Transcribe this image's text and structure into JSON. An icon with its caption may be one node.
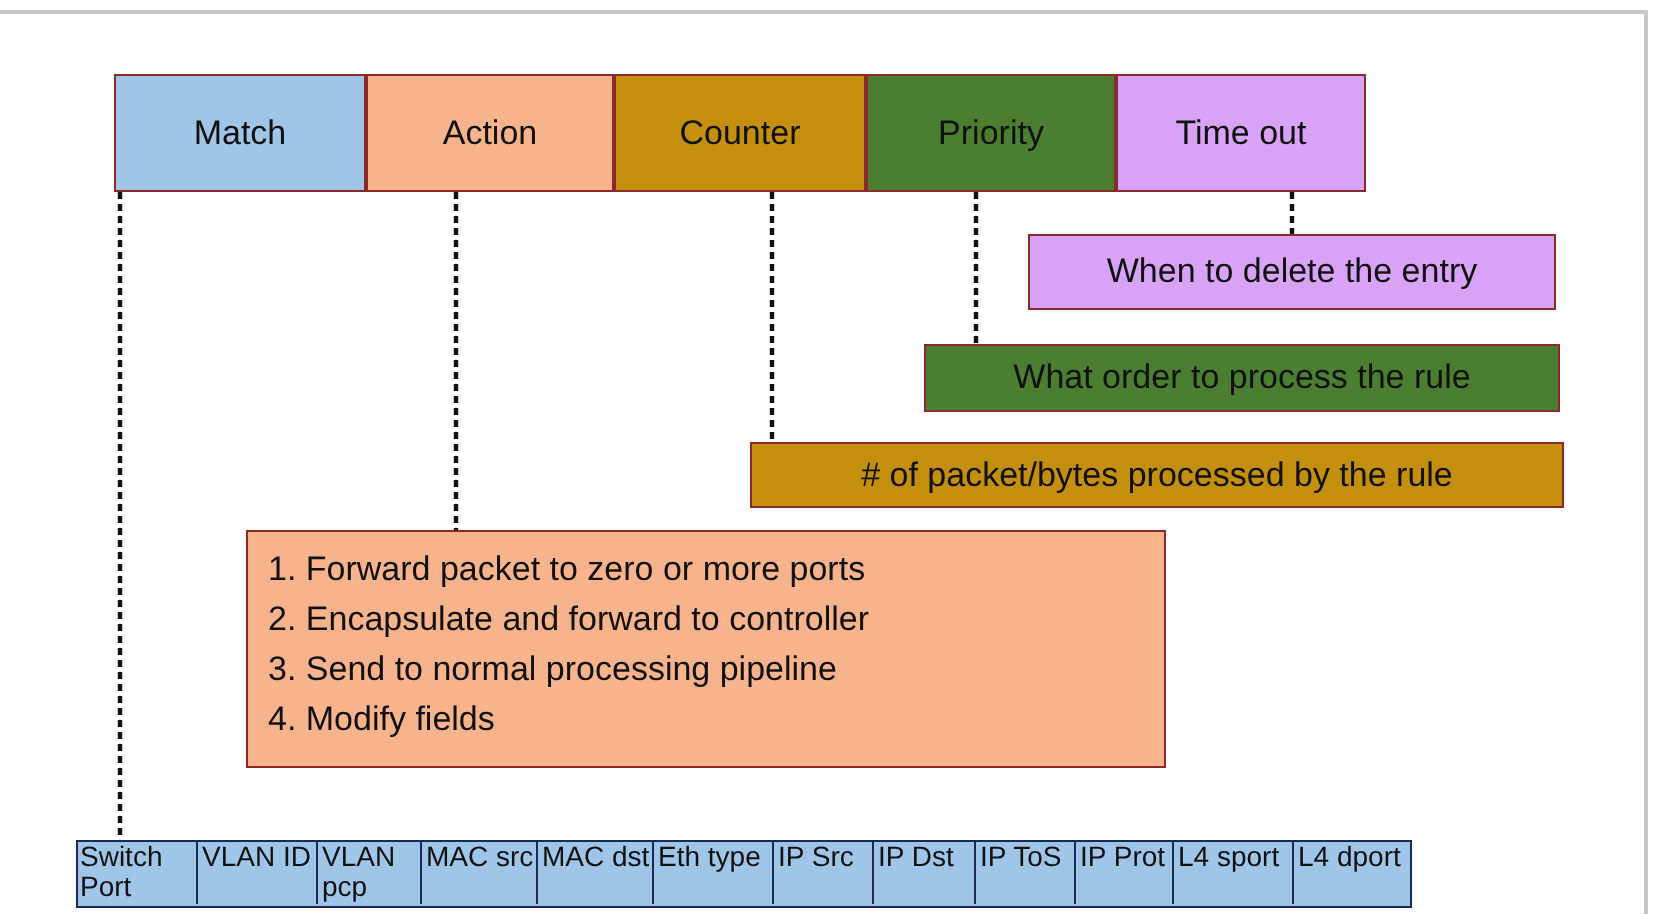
{
  "diagram": {
    "nodes": [
      {
        "text": [
          "Match"
        ]
      },
      {
        "text": [
          "Action"
        ]
      },
      {
        "text": [
          "Counter"
        ]
      },
      {
        "text": [
          "Priority"
        ]
      },
      {
        "text": [
          "Time out"
        ]
      },
      {
        "text": [
          "When to delete the entry"
        ]
      },
      {
        "text": [
          "What order to process the rule"
        ]
      },
      {
        "text": [
          "# of packet/bytes processed by the rule"
        ]
      },
      {
        "text": [
          "1. Forward packet to zero or more ports",
          "2. Encapsulate and forward to controller",
          "3. Send to normal processing pipeline",
          "4. Modify fields"
        ]
      },
      {
        "text": [],
        "shape": "bar"
      },
      {
        "text": [
          "Switch Port"
        ],
        "in": 9
      },
      {
        "text": [
          "VLAN ID"
        ],
        "in": 9
      },
      {
        "text": [
          "VLAN pcp"
        ],
        "in": 9
      },
      {
        "text": [
          "MAC src"
        ],
        "in": 9
      },
      {
        "text": [
          "MAC dst"
        ],
        "in": 9
      },
      {
        "text": [
          "Eth type"
        ],
        "in": 9
      },
      {
        "text": [
          "IP Src"
        ],
        "in": 9
      },
      {
        "text": [
          "IP Dst"
        ],
        "in": 9
      },
      {
        "text": [
          "IP ToS"
        ],
        "in": 9
      },
      {
        "text": [
          "IP Prot"
        ],
        "in": 9
      },
      {
        "text": [
          "L4 sport"
        ],
        "in": 9
      },
      {
        "text": [
          "L4 dport"
        ],
        "in": 9
      }
    ],
    "edges": [
      {
        "from": 0,
        "to": 9,
        "arrow": "none",
        "style": "dashed"
      },
      {
        "from": 1,
        "to": 8,
        "arrow": "none",
        "style": "dashed"
      },
      {
        "from": 2,
        "to": 7,
        "arrow": "none",
        "style": "dashed"
      },
      {
        "from": 3,
        "to": 6,
        "arrow": "none",
        "style": "dashed"
      },
      {
        "from": 4,
        "to": 5,
        "arrow": "none",
        "style": "dashed"
      }
    ]
  }
}
